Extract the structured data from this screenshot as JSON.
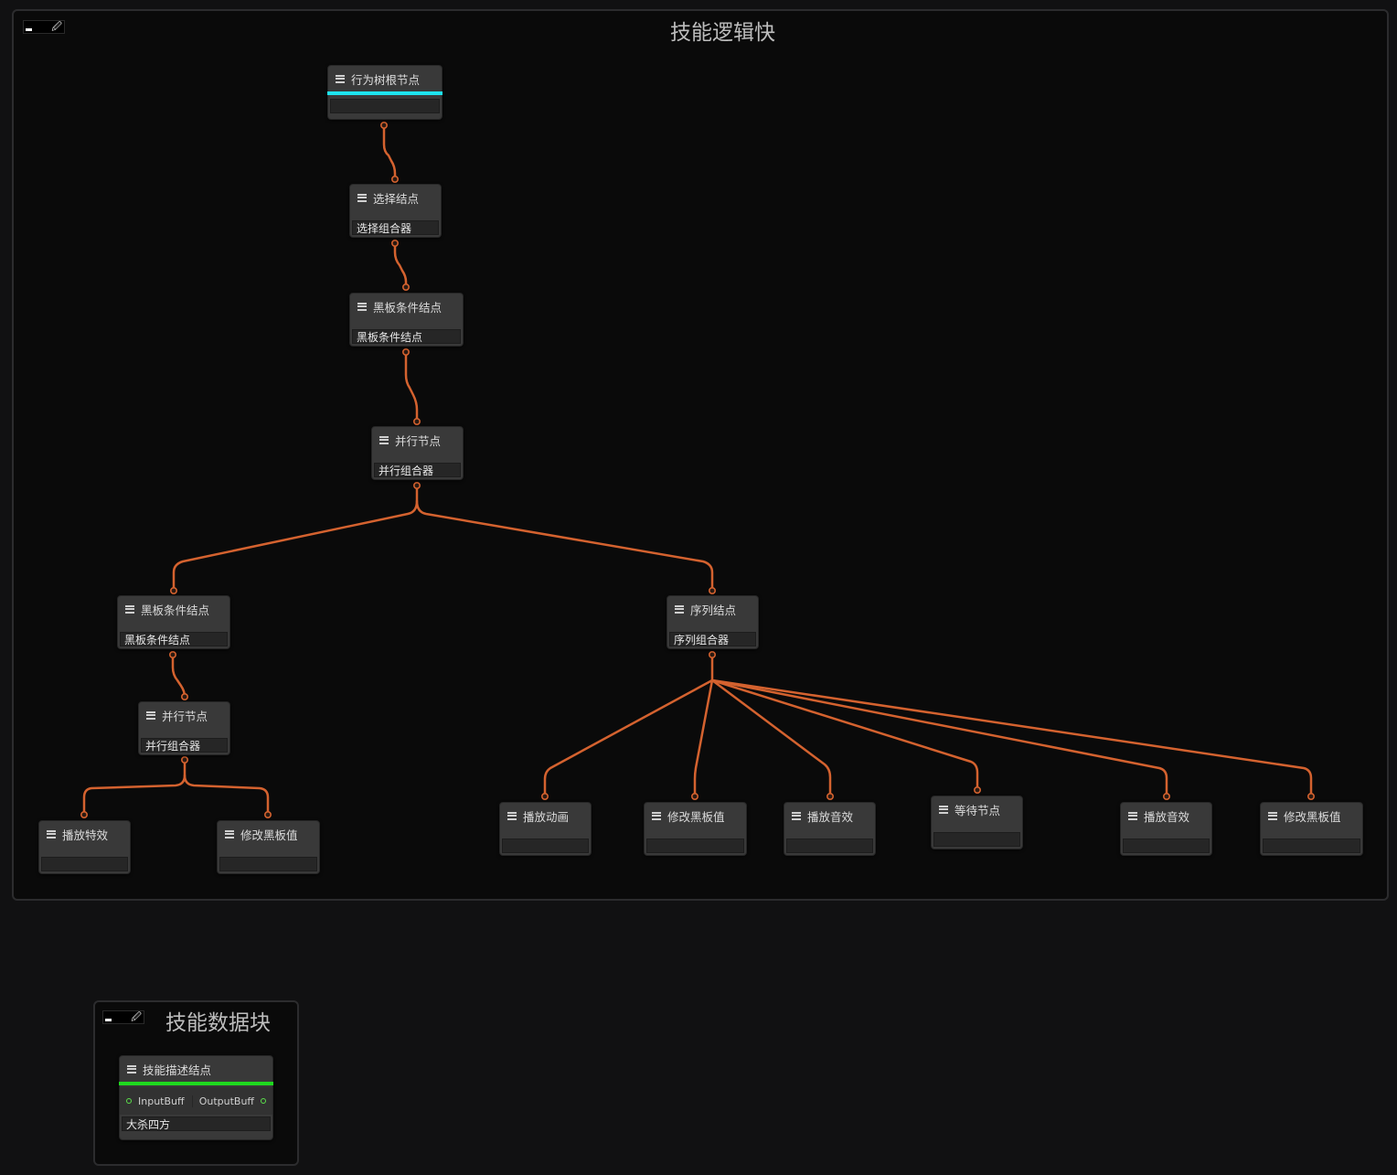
{
  "logic_group": {
    "title": "技能逻辑快"
  },
  "data_group": {
    "title": "技能数据块"
  },
  "icons": {
    "node": "node-list-icon",
    "picker": "eyedropper-icon"
  },
  "colors": {
    "wire": "#d4622f",
    "root_accent": "#1ee3ee",
    "desc_accent": "#1fd91f",
    "port": "#5be04b"
  },
  "nodes": {
    "root": {
      "title": "行为树根节点",
      "field": ""
    },
    "selector": {
      "title": "选择结点",
      "field": "选择组合器"
    },
    "bb_cond_1": {
      "title": "黑板条件结点",
      "field": "黑板条件结点"
    },
    "parallel_1": {
      "title": "并行节点",
      "field": "并行组合器"
    },
    "bb_cond_2": {
      "title": "黑板条件结点",
      "field": "黑板条件结点"
    },
    "sequence": {
      "title": "序列结点",
      "field": "序列组合器"
    },
    "parallel_2": {
      "title": "并行节点",
      "field": "并行组合器"
    },
    "play_effect": {
      "title": "播放特效",
      "field": ""
    },
    "modify_bb_1": {
      "title": "修改黑板值",
      "field": ""
    },
    "play_anim": {
      "title": "播放动画",
      "field": ""
    },
    "modify_bb_2": {
      "title": "修改黑板值",
      "field": ""
    },
    "play_sound_1": {
      "title": "播放音效",
      "field": ""
    },
    "wait": {
      "title": "等待节点",
      "field": ""
    },
    "play_sound_2": {
      "title": "播放音效",
      "field": ""
    },
    "modify_bb_3": {
      "title": "修改黑板值",
      "field": ""
    },
    "skill_desc": {
      "title": "技能描述结点",
      "input_port": "InputBuff",
      "output_port": "OutputBuff",
      "field": "大杀四方"
    }
  }
}
